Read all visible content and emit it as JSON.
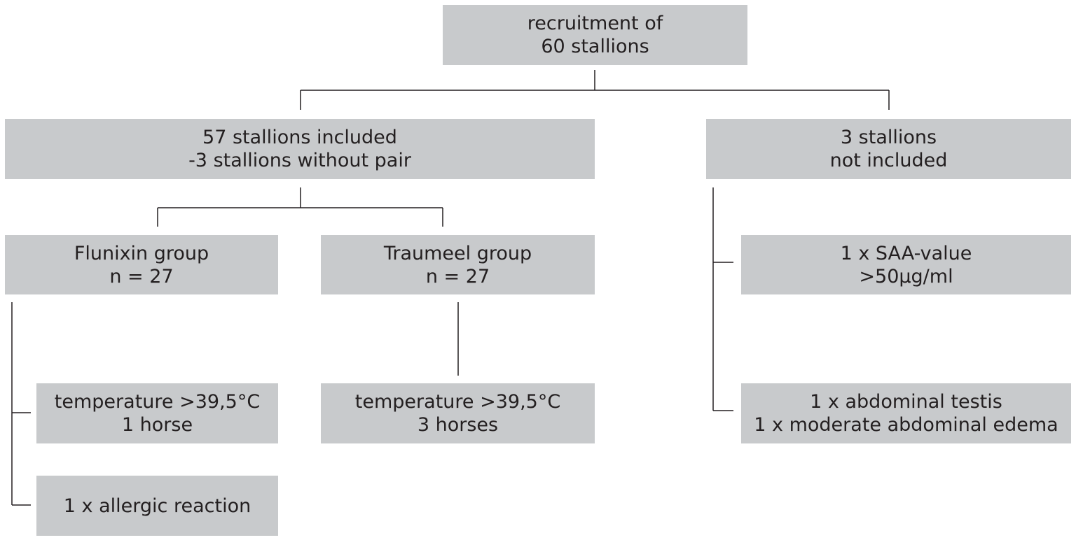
{
  "nodes": {
    "recruitment": {
      "line1": "recruitment of",
      "line2": "60 stallions"
    },
    "included": {
      "line1": "57 stallions included",
      "line2": "-3 stallions without pair"
    },
    "not_included": {
      "line1": "3 stallions",
      "line2": "not included"
    },
    "flunixin": {
      "line1": "Flunixin group",
      "line2": "n = 27"
    },
    "traumeel": {
      "line1": "Traumeel group",
      "line2": "n = 27"
    },
    "saa": {
      "line1": "1 x SAA-value",
      "line2": ">50µg/ml"
    },
    "flunixin_temp": {
      "line1": "temperature >39,5°C",
      "line2": "1 horse"
    },
    "traumeel_temp": {
      "line1": "temperature >39,5°C",
      "line2": "3 horses"
    },
    "abdominal": {
      "line1": "1 x abdominal testis",
      "line2": "1 x moderate abdominal edema"
    },
    "allergic": {
      "line1": "1 x allergic reaction"
    }
  },
  "colors": {
    "box_fill": "#c8cacc",
    "line": "#231f20",
    "text": "#231f20"
  }
}
